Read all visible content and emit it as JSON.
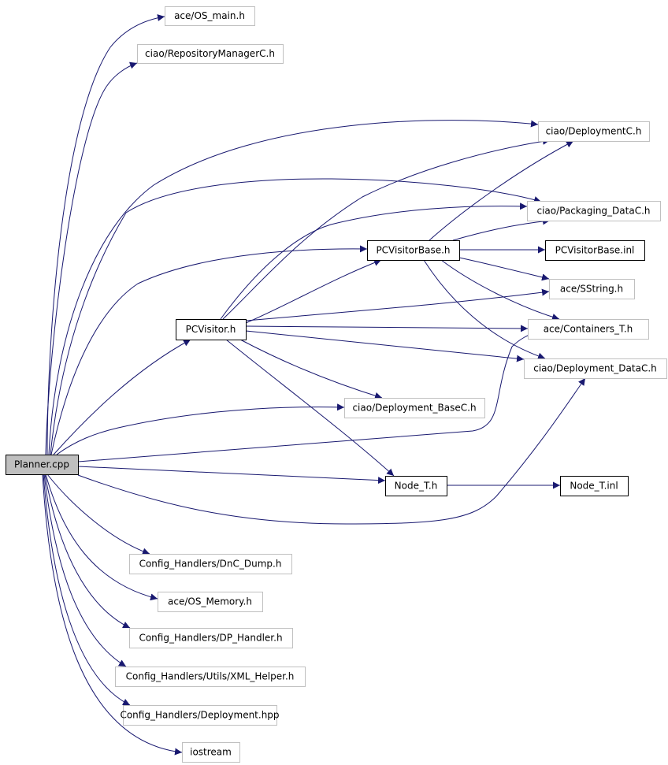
{
  "graph": {
    "root": "Planner.cpp",
    "nodes": [
      {
        "id": "planner",
        "label": "Planner.cpp",
        "style": "root"
      },
      {
        "id": "os_main",
        "label": "ace/OS_main.h",
        "style": "external"
      },
      {
        "id": "repo_mgr",
        "label": "ciao/RepositoryManagerC.h",
        "style": "external"
      },
      {
        "id": "deploymentc",
        "label": "ciao/DeploymentC.h",
        "style": "external"
      },
      {
        "id": "packaging",
        "label": "ciao/Packaging_DataC.h",
        "style": "external"
      },
      {
        "id": "pcvisitorbase",
        "label": "PCVisitorBase.h",
        "style": "documented"
      },
      {
        "id": "pcvisitorbase_inl",
        "label": "PCVisitorBase.inl",
        "style": "documented"
      },
      {
        "id": "sstring",
        "label": "ace/SString.h",
        "style": "external"
      },
      {
        "id": "pcvisitor",
        "label": "PCVisitor.h",
        "style": "documented"
      },
      {
        "id": "containers",
        "label": "ace/Containers_T.h",
        "style": "external"
      },
      {
        "id": "deploy_data",
        "label": "ciao/Deployment_DataC.h",
        "style": "external"
      },
      {
        "id": "deploy_base",
        "label": "ciao/Deployment_BaseC.h",
        "style": "external"
      },
      {
        "id": "node_t",
        "label": "Node_T.h",
        "style": "documented"
      },
      {
        "id": "node_t_inl",
        "label": "Node_T.inl",
        "style": "documented"
      },
      {
        "id": "dnc_dump",
        "label": "Config_Handlers/DnC_Dump.h",
        "style": "external"
      },
      {
        "id": "os_memory",
        "label": "ace/OS_Memory.h",
        "style": "external"
      },
      {
        "id": "dp_handler",
        "label": "Config_Handlers/DP_Handler.h",
        "style": "external"
      },
      {
        "id": "xml_helper",
        "label": "Config_Handlers/Utils/XML_Helper.h",
        "style": "external"
      },
      {
        "id": "deployment_hpp",
        "label": "Config_Handlers/Deployment.hpp",
        "style": "external"
      },
      {
        "id": "iostream",
        "label": "iostream",
        "style": "external"
      }
    ],
    "edges": [
      {
        "from": "planner",
        "to": "os_main"
      },
      {
        "from": "planner",
        "to": "repo_mgr"
      },
      {
        "from": "planner",
        "to": "deploymentc"
      },
      {
        "from": "planner",
        "to": "packaging"
      },
      {
        "from": "planner",
        "to": "pcvisitorbase"
      },
      {
        "from": "planner",
        "to": "pcvisitor"
      },
      {
        "from": "planner",
        "to": "deploy_base"
      },
      {
        "from": "planner",
        "to": "containers"
      },
      {
        "from": "planner",
        "to": "node_t"
      },
      {
        "from": "planner",
        "to": "deploy_data"
      },
      {
        "from": "planner",
        "to": "dnc_dump"
      },
      {
        "from": "planner",
        "to": "os_memory"
      },
      {
        "from": "planner",
        "to": "dp_handler"
      },
      {
        "from": "planner",
        "to": "xml_helper"
      },
      {
        "from": "planner",
        "to": "deployment_hpp"
      },
      {
        "from": "planner",
        "to": "iostream"
      },
      {
        "from": "pcvisitor",
        "to": "deploymentc"
      },
      {
        "from": "pcvisitor",
        "to": "packaging"
      },
      {
        "from": "pcvisitor",
        "to": "pcvisitorbase"
      },
      {
        "from": "pcvisitor",
        "to": "sstring"
      },
      {
        "from": "pcvisitor",
        "to": "containers"
      },
      {
        "from": "pcvisitor",
        "to": "deploy_data"
      },
      {
        "from": "pcvisitor",
        "to": "deploy_base"
      },
      {
        "from": "pcvisitor",
        "to": "node_t"
      },
      {
        "from": "pcvisitorbase",
        "to": "deploymentc"
      },
      {
        "from": "pcvisitorbase",
        "to": "packaging"
      },
      {
        "from": "pcvisitorbase",
        "to": "pcvisitorbase_inl"
      },
      {
        "from": "pcvisitorbase",
        "to": "sstring"
      },
      {
        "from": "pcvisitorbase",
        "to": "containers"
      },
      {
        "from": "pcvisitorbase",
        "to": "deploy_data"
      },
      {
        "from": "node_t",
        "to": "node_t_inl"
      }
    ],
    "colors": {
      "edge": "#191970",
      "root_fill": "#bfbfbf",
      "documented_border": "#000000",
      "external_border": "#c0c0c0"
    }
  }
}
